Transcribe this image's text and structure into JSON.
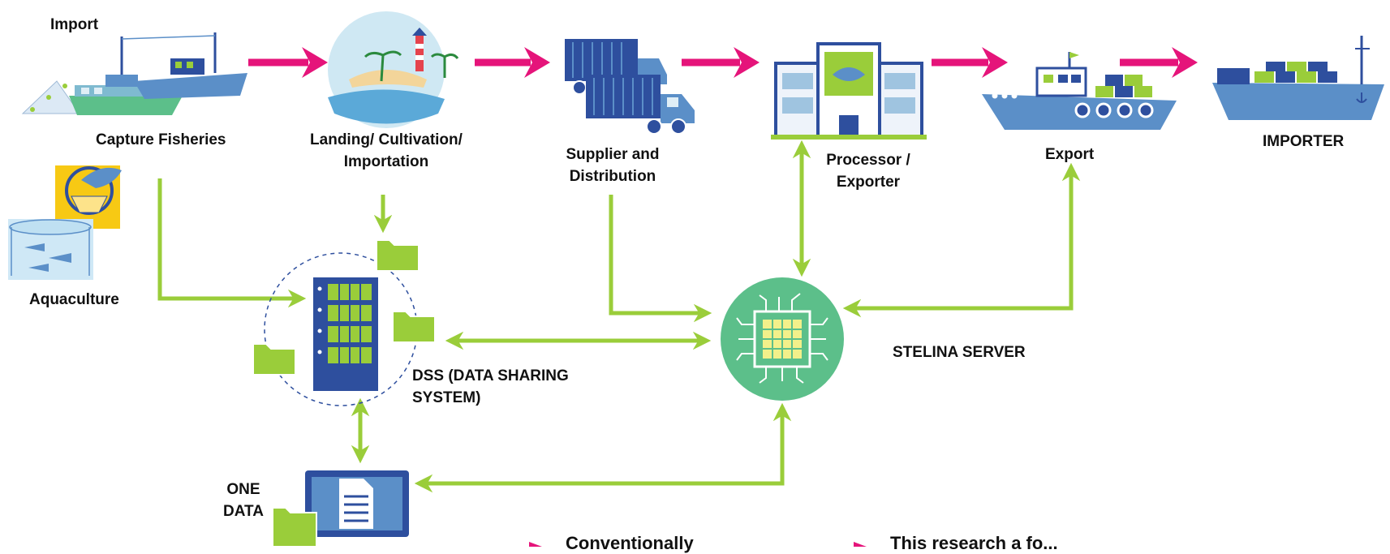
{
  "nodes": {
    "import": "Import",
    "capture_fisheries": "Capture Fisheries",
    "aquaculture": "Aquaculture",
    "landing_line1": "Landing/ Cultivation/",
    "landing_line2": "Importation",
    "supplier_line1": "Supplier and",
    "supplier_line2": "Distribution",
    "processor_line1": "Processor /",
    "processor_line2": "Exporter",
    "export": "Export",
    "importer": "IMPORTER",
    "dss_line1": "DSS (DATA SHARING",
    "dss_line2": "SYSTEM)",
    "stelina_server": "STELINA SERVER",
    "one_data_line1": "ONE",
    "one_data_line2": "DATA"
  },
  "legend": {
    "item1": "Conventionally",
    "item2": "This research a fo..."
  },
  "colors": {
    "flow_arrow": "#e5147a",
    "data_arrow": "#9acd3a",
    "server_green": "#5cbf8a",
    "dark_blue": "#2e4f9e",
    "ship_blue": "#5b8fc8"
  }
}
